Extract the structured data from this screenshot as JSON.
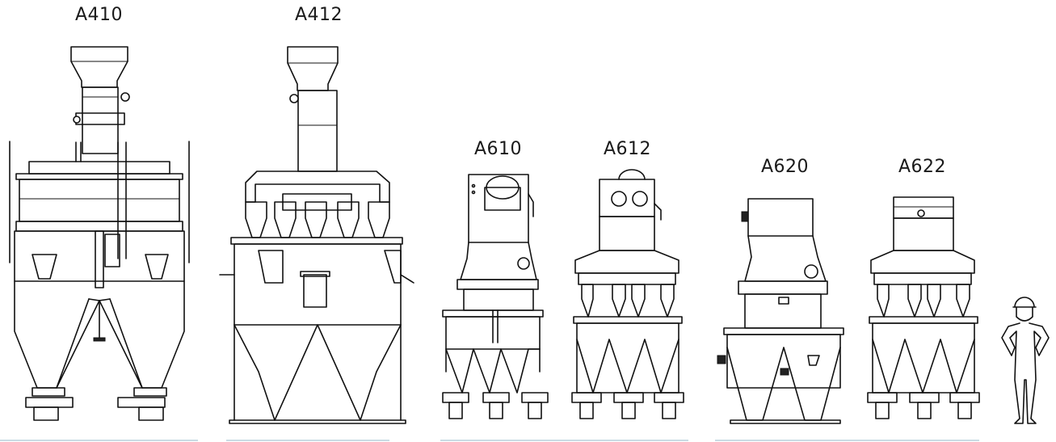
{
  "models": [
    {
      "label": "A410"
    },
    {
      "label": "A412"
    },
    {
      "label": "A610"
    },
    {
      "label": "A612"
    },
    {
      "label": "A620"
    },
    {
      "label": "A622"
    }
  ],
  "colors": {
    "baseline": "#c9dbe3",
    "line": "#111111"
  },
  "icons": {
    "scale_reference": "person-silhouette-icon"
  }
}
